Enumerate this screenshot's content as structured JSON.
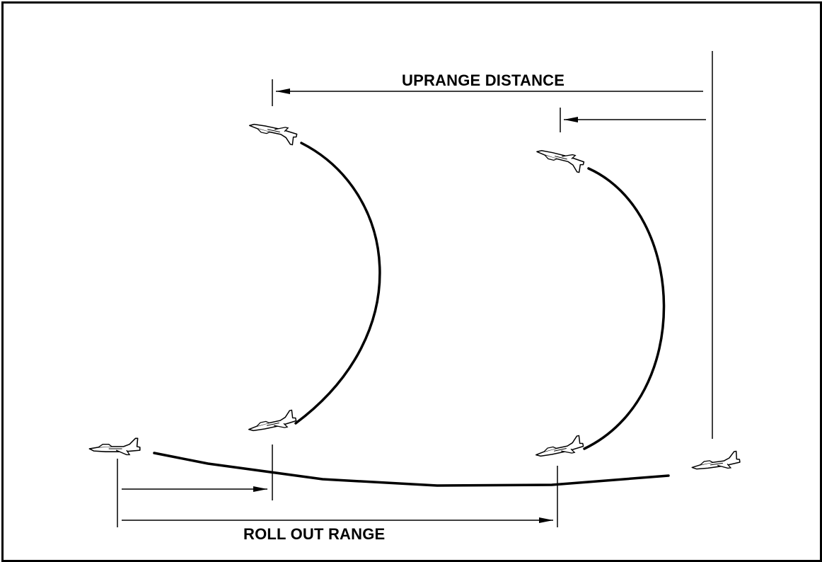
{
  "labels": {
    "uprange_distance": "UPRANGE DISTANCE",
    "roll_out_range": "ROLL OUT RANGE"
  },
  "aircraft": [
    {
      "name": "aircraft-start-left",
      "icon": "jet-side-view-icon"
    },
    {
      "name": "aircraft-loop-1-bottom",
      "icon": "jet-side-view-icon"
    },
    {
      "name": "aircraft-loop-1-top",
      "icon": "jet-inverted-icon"
    },
    {
      "name": "aircraft-loop-2-bottom",
      "icon": "jet-side-view-icon"
    },
    {
      "name": "aircraft-loop-2-top",
      "icon": "jet-inverted-icon"
    },
    {
      "name": "aircraft-end-right",
      "icon": "jet-side-view-icon"
    }
  ],
  "colors": {
    "line": "#000000",
    "background": "#ffffff"
  }
}
